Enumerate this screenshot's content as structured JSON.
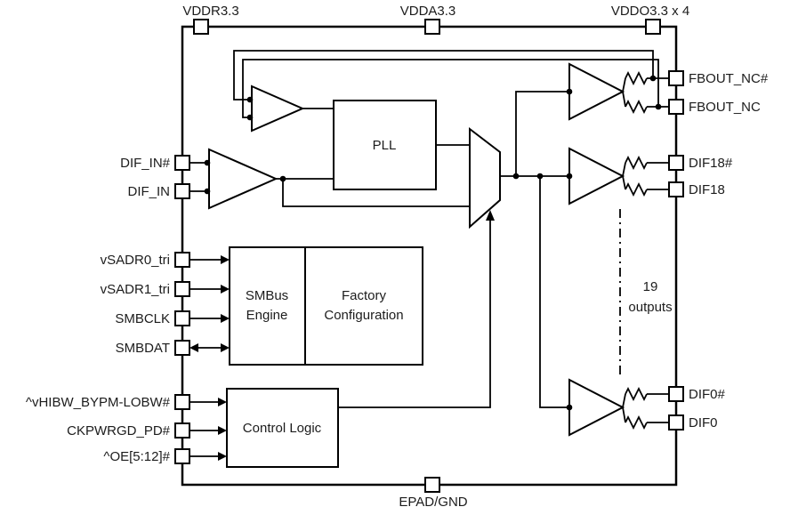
{
  "pins": {
    "top": [
      "VDDR3.3",
      "VDDA3.3",
      "VDDO3.3 x 4"
    ],
    "bottom": [
      "EPAD/GND"
    ],
    "left": [
      "DIF_IN#",
      "DIF_IN",
      "vSADR0_tri",
      "vSADR1_tri",
      "SMBCLK",
      "SMBDAT",
      "^vHIBW_BYPM-LOBW#",
      "CKPWRGD_PD#",
      "^OE[5:12]#"
    ],
    "right": [
      "FBOUT_NC#",
      "FBOUT_NC",
      "DIF18#",
      "DIF18",
      "DIF0#",
      "DIF0"
    ]
  },
  "blocks": {
    "pll": "PLL",
    "smbus": {
      "line1": "SMBus",
      "line2": "Engine"
    },
    "factory": {
      "line1": "Factory",
      "line2": "Configuration"
    },
    "control": "Control Logic"
  },
  "annotation": {
    "line1": "19",
    "line2": "outputs"
  },
  "colors": {
    "line": "#000000",
    "background": "#ffffff",
    "text": "#1c1c1c"
  }
}
